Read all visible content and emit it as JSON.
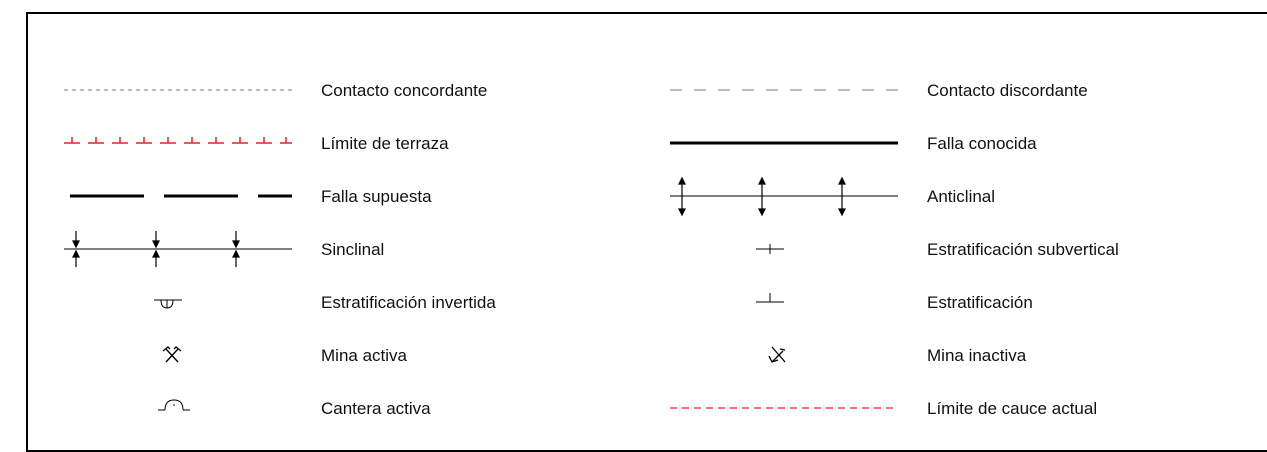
{
  "legend": {
    "left": [
      {
        "symbol": "contacto-concordante",
        "label": "Contacto concordante"
      },
      {
        "symbol": "limite-terraza",
        "label": "Límite de terraza"
      },
      {
        "symbol": "falla-supuesta",
        "label": "Falla supuesta"
      },
      {
        "symbol": "sinclinal",
        "label": "Sinclinal"
      },
      {
        "symbol": "estratificacion-invertida",
        "label": "Estratificación invertida"
      },
      {
        "symbol": "mina-activa",
        "label": "Mina activa"
      },
      {
        "symbol": "cantera-activa",
        "label": "Cantera activa"
      }
    ],
    "right": [
      {
        "symbol": "contacto-discordante",
        "label": "Contacto discordante"
      },
      {
        "symbol": "falla-conocida",
        "label": "Falla conocida"
      },
      {
        "symbol": "anticlinal",
        "label": "Anticlinal"
      },
      {
        "symbol": "estratificacion-subvertical",
        "label": "Estratificación subvertical"
      },
      {
        "symbol": "estratificacion",
        "label": "Estratificación"
      },
      {
        "symbol": "mina-inactiva",
        "label": "Mina inactiva"
      },
      {
        "symbol": "limite-cauce-actual",
        "label": "Límite de cauce actual"
      }
    ]
  },
  "colors": {
    "line": "#000000",
    "red": "#e8202a",
    "grey": "#777777"
  }
}
